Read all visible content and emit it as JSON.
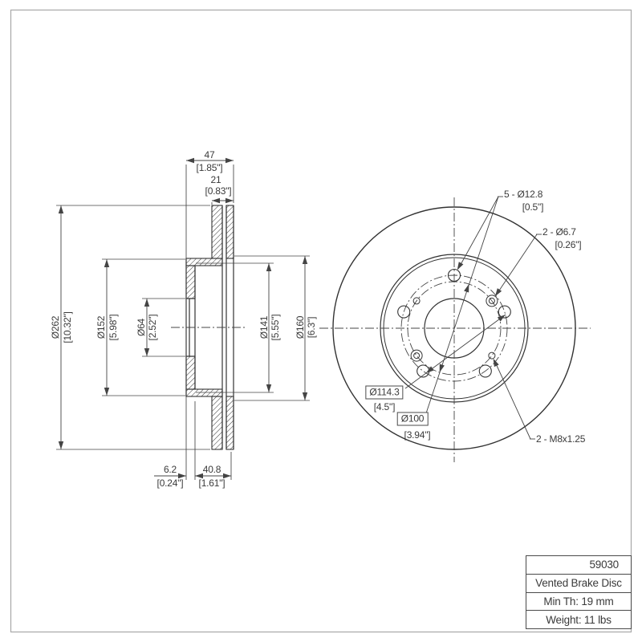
{
  "drawing": {
    "type": "engineering-drawing",
    "views": [
      "side-cross-section",
      "front-view"
    ]
  },
  "section_view": {
    "dimensions": {
      "overall_width": {
        "mm": "47",
        "in": "[1.85\"]"
      },
      "disc_thickness": {
        "mm": "21",
        "in": "[0.83\"]"
      },
      "outer_diameter": {
        "mm": "Ø262",
        "in": "[10.32\"]"
      },
      "hat_diameter": {
        "mm": "Ø152",
        "in": "[5.98\"]"
      },
      "center_bore": {
        "mm": "Ø64",
        "in": "[2.52\"]"
      },
      "inner_diameter": {
        "mm": "Ø141",
        "in": "[5.55\"]"
      },
      "hub_diameter": {
        "mm": "Ø160",
        "in": "[6.3\"]"
      },
      "hat_offset": {
        "mm": "6.2",
        "in": "[0.24\"]"
      },
      "hat_depth": {
        "mm": "40.8",
        "in": "[1.61\"]"
      }
    }
  },
  "front_view": {
    "annotations": {
      "lug_holes": {
        "text": "5 - Ø12.8",
        "in": "[0.5\"]"
      },
      "pin_holes": {
        "text": "2 - Ø6.7",
        "in": "[0.26\"]"
      },
      "bolt_circle": {
        "text": "Ø114.3",
        "in": "[4.5\"]"
      },
      "pilot_circle": {
        "text": "Ø100",
        "in": "[3.94\"]"
      },
      "thread_holes": {
        "text": "2 - M8x1.25"
      }
    }
  },
  "title_block": {
    "part_number": "59030",
    "description": "Vented Brake Disc",
    "min_thickness": "Min Th: 19 mm",
    "weight": "Weight: 11 lbs"
  },
  "colors": {
    "object_line": "#333333",
    "dim_line": "#444444",
    "text": "#3a3a3a",
    "page_border": "#a8a8a8",
    "background": "#ffffff"
  }
}
